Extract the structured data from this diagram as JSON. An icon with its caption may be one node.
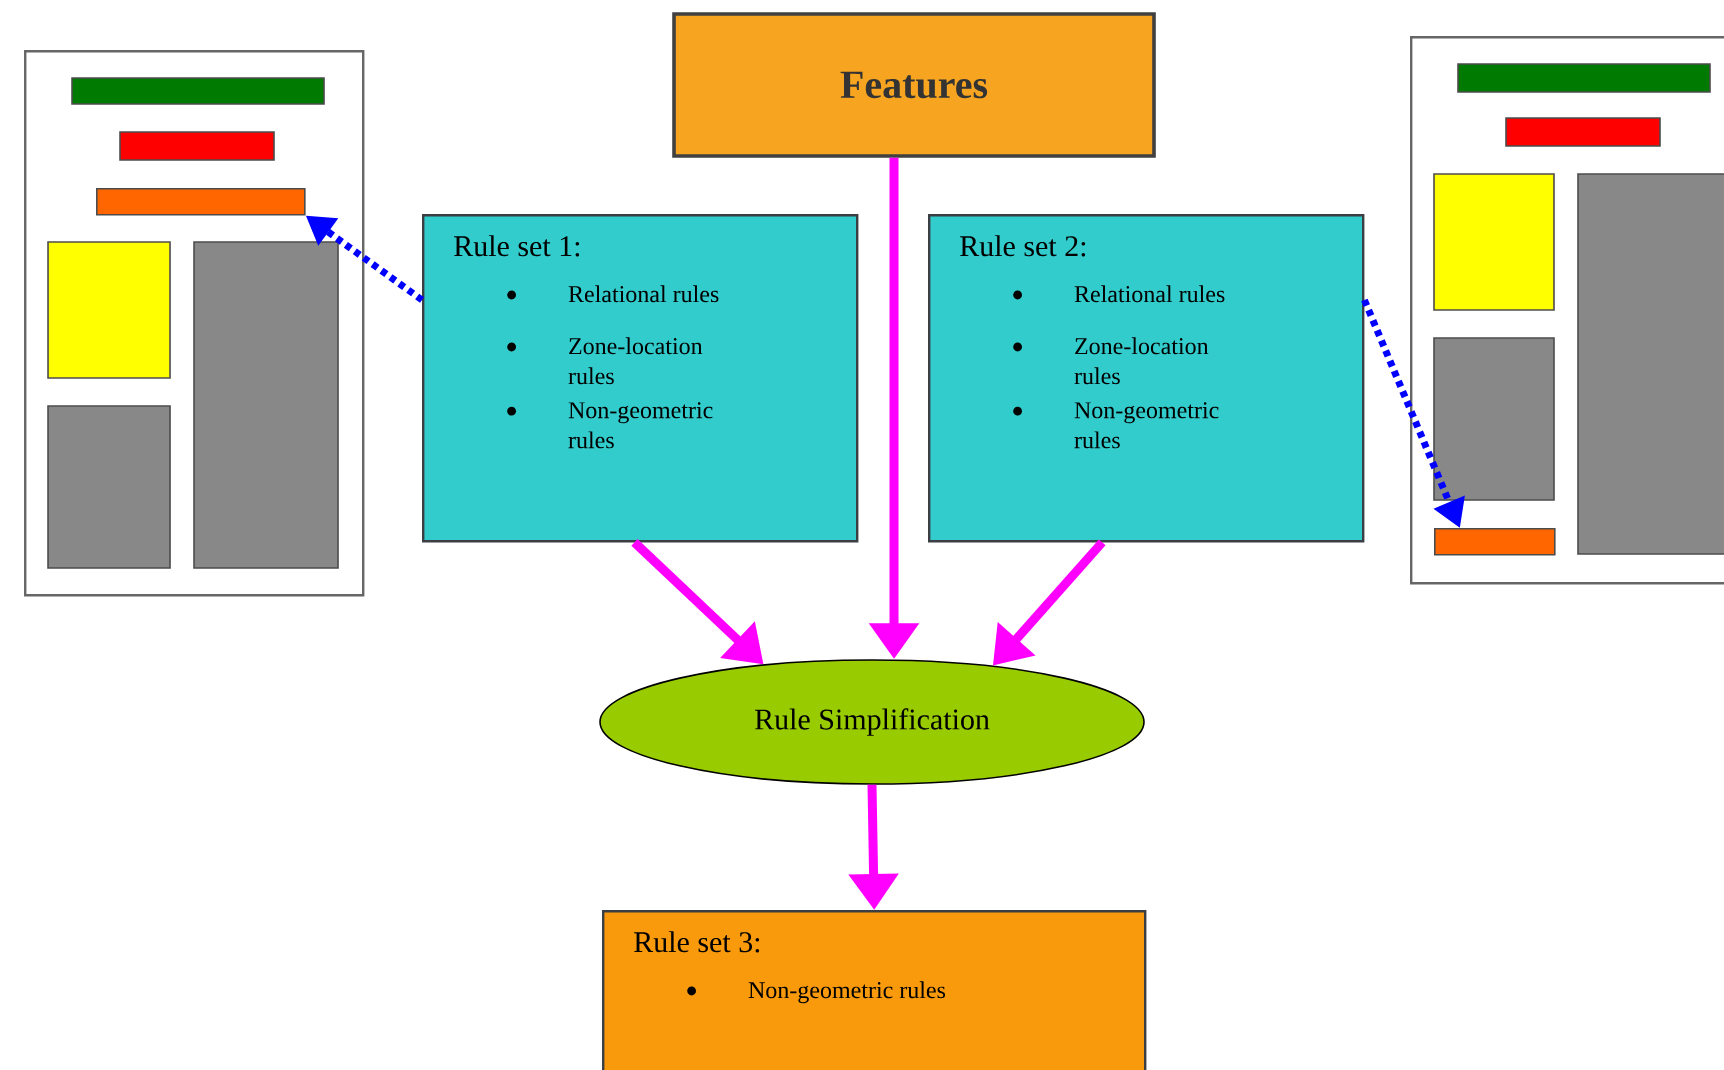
{
  "diagram": {
    "nodes": [
      {
        "text": [
          "Features"
        ]
      },
      {
        "text": [],
        "shape": "box"
      },
      {
        "text": [],
        "shape": "bar",
        "in": 1
      },
      {
        "text": [
          "Rule set 1:",
          "Relational rules",
          "Zone-location rules",
          "Non-geometric rules"
        ]
      },
      {
        "text": [
          "Rule set 2:",
          "Relational rules",
          "Zone-location rules",
          "Non-geometric rules"
        ]
      },
      {
        "text": [],
        "shape": "box"
      },
      {
        "text": [],
        "shape": "bar",
        "in": 5
      },
      {
        "text": [
          "Rule Simplification"
        ]
      },
      {
        "text": [
          "Rule set 3:",
          "Non-geometric rules"
        ]
      }
    ],
    "edges": [
      {
        "from": 3,
        "to": 2,
        "arrow": "to",
        "style": "dashed",
        "color": "#0000ff"
      },
      {
        "from": 4,
        "to": 6,
        "arrow": "to",
        "style": "dashed",
        "color": "#0000ff"
      },
      {
        "from": 0,
        "to": 7,
        "arrow": "to"
      },
      {
        "from": 3,
        "to": 7,
        "arrow": "to"
      },
      {
        "from": 4,
        "to": 7,
        "arrow": "to"
      },
      {
        "from": 7,
        "to": 8,
        "arrow": "to"
      }
    ]
  }
}
